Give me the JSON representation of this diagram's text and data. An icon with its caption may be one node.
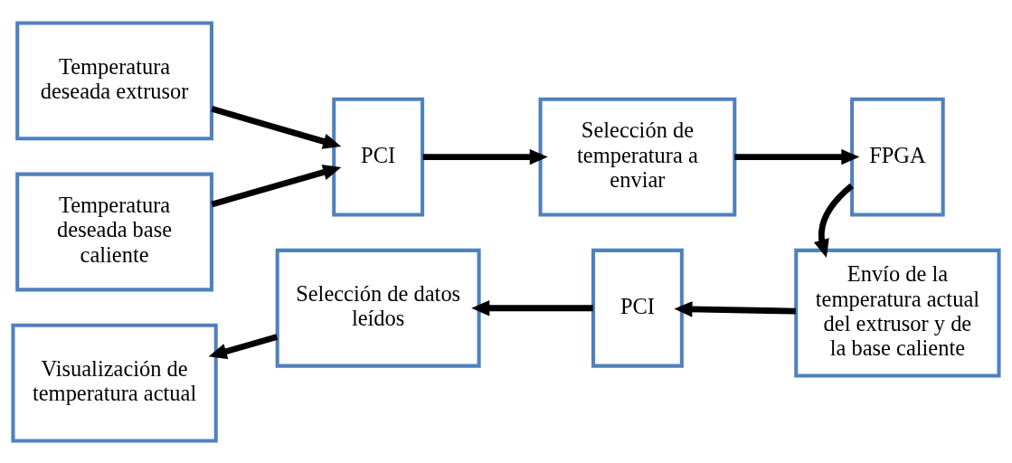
{
  "diagram": {
    "nodes": [
      {
        "text": [
          "Temperatura deseada extrusor"
        ]
      },
      {
        "text": [
          "Temperatura deseada base caliente"
        ]
      },
      {
        "text": [
          "PCI"
        ]
      },
      {
        "text": [
          "Selección de temperatura a enviar"
        ]
      },
      {
        "text": [
          "FPGA"
        ]
      },
      {
        "text": [
          "Envío de la temperatura actual del extrusor y de la base caliente"
        ]
      },
      {
        "text": [
          "PCI"
        ]
      },
      {
        "text": [
          "Selección de datos leídos"
        ]
      },
      {
        "text": [
          "Visualización de temperatura actual"
        ]
      }
    ],
    "edges": [
      {
        "from": 0,
        "to": 2,
        "arrow": "to"
      },
      {
        "from": 1,
        "to": 2,
        "arrow": "to"
      },
      {
        "from": 2,
        "to": 3,
        "arrow": "to"
      },
      {
        "from": 3,
        "to": 4,
        "arrow": "to"
      },
      {
        "from": 4,
        "to": 5,
        "arrow": "to"
      },
      {
        "from": 5,
        "to": 6,
        "arrow": "to"
      },
      {
        "from": 6,
        "to": 7,
        "arrow": "to"
      },
      {
        "from": 7,
        "to": 8,
        "arrow": "to"
      }
    ]
  }
}
